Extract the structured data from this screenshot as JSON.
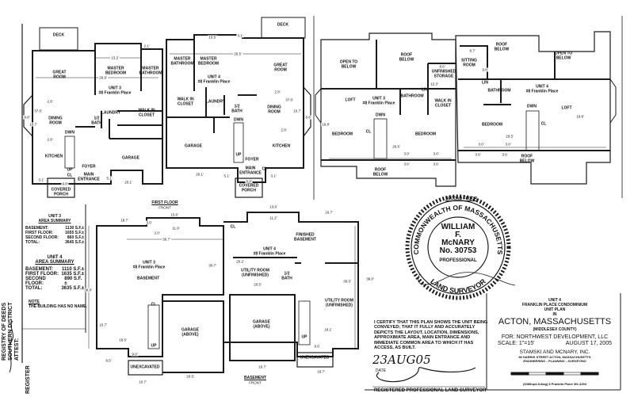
{
  "first_floor": {
    "title": "FIRST FLOOR",
    "front": "FRONT",
    "unit3": {
      "deck": "DECK",
      "great_room": "GREAT\nROOM",
      "master_bedroom": "MASTER\nBEDROOM",
      "master_bathroom": "MASTER\nBATHROOM",
      "unit": "UNIT 3\n#8 Franklin Place",
      "dining": "DINING\nROOM",
      "laundry": "LAUNDRY",
      "walk_in": "WALK IN\nCLOSET",
      "half_bath": "1/2\nBATH",
      "kitchen": "KITCHEN",
      "garage": "GARAGE",
      "foyer": "FOYER",
      "main_entrance": "MAIN\nENTRANCE",
      "covered_porch": "COVERED\nPORCH",
      "dn": "DWN",
      "up": "UP",
      "cl": "CL",
      "dims": [
        "13.2'",
        "2.1'",
        "26.9'",
        "2.8'",
        "37.6'",
        "2.8'",
        "8.8'",
        "10.7'",
        "5.1'",
        "20.1'",
        "9.8'",
        "3.1'"
      ]
    },
    "unit4": {
      "deck": "DECK",
      "great_room": "GREAT\nROOM",
      "master_bedroom": "MASTER\nBEDROOM",
      "master_bathroom": "MASTER\nBATHROOM",
      "unit": "UNIT 4\n#8 Franklin Place",
      "dining": "DINING\nROOM",
      "laundry": "LAUNDRY",
      "walk_in": "WALK IN\nCLOSET",
      "half_bath": "1/2\nBATH",
      "kitchen": "KITCHEN",
      "garage": "GARAGE",
      "foyer": "FOYER",
      "main_entrance": "MAIN\nENTRANCE",
      "covered_porch": "COVERED\nPORCH",
      "dn": "DWN",
      "up": "UP",
      "cl": "CL",
      "dims": [
        "13.5'",
        "3.1'",
        "26.5'",
        "2.8'",
        "37.6'",
        "2.8'",
        "10.7'",
        "8.8'",
        "5.1'",
        "20.1'",
        "9.8'",
        "3.1'"
      ]
    }
  },
  "second_floor": {
    "title": "SECOND FLOOR",
    "unit3": {
      "open_to_below": "OPEN TO\nBELOW",
      "roof_below": "ROOF\nBELOW",
      "storage": "UNFINISHED\nSTORAGE",
      "loft": "LOFT",
      "unit": "UNIT 3\n#8 Franklin Place",
      "bathroom": "BATHROOM",
      "walk_in": "WALK IN\nCLOSET",
      "bedroom1": "BEDROOM",
      "bedroom2": "BEDROOM",
      "roof_below2": "ROOF\nBELOW",
      "cl": "CL",
      "dn": "DWN",
      "lin": "LIN",
      "dims": [
        "19.8'",
        "26.5'",
        "3.0'",
        "3.6'",
        "3.0'",
        "3.6'",
        "8.6'",
        "12.3'"
      ]
    },
    "unit4": {
      "roof_below": "ROOF\nBELOW",
      "open_to_below": "OPEN TO\nBELOW",
      "sitting_room": "SITTING\nROOM",
      "bathroom": "BATHROOM",
      "unit": "UNIT 4\n#8 Franklin Place",
      "loft": "LOFT",
      "bedroom": "BEDROOM",
      "roof_below2": "ROOF\nBELOW",
      "cl": "CL",
      "dn": "DWN",
      "lin": "LIN",
      "dims": [
        "8.7'",
        "9.8'",
        "29.5'",
        "19.8'",
        "3.0'",
        "3.6'",
        "3.0'",
        "3.6'"
      ]
    }
  },
  "basement": {
    "title": "BASEMENT",
    "front": "FRONT",
    "unit3": {
      "unit": "UNIT 3\n#8 Franklin Place",
      "basement": "BASEMENT",
      "garage": "GARAGE\n(ABOVE)",
      "unexcavated": "UNEXCAVATED",
      "cl": "CL",
      "up": "UP",
      "dims": [
        "18.7'",
        "13.6'",
        "3.0'",
        "11.8'",
        "2.0'",
        "36.7'",
        "30.7'",
        "38.8'",
        "15.7'",
        "18.5'",
        "9.0'",
        "8.5'",
        "20.5'",
        "10.7'"
      ]
    },
    "unit4": {
      "unit": "UNIT 4\n#8 Franklin Place",
      "finished": "FINISHED\nBASEMENT",
      "utility1": "UTILITY ROOM\n(UNFINISHED)",
      "half_bath": "1/2\nBATH",
      "utility2": "UTILITY ROOM\n(UNFINISHED)",
      "garage": "GARAGE\n(ABOVE)",
      "unexcavated": "UNEXCAVATED",
      "cl": "CL",
      "up": "UP",
      "dims": [
        "13.6'",
        "16.7'",
        "11.2'",
        "20.2'",
        "20.5'",
        "36.0'",
        "38.0'",
        "16.7'",
        "18.1'",
        "8.6'",
        "16.7'"
      ]
    }
  },
  "area_summary": {
    "unit3": {
      "title": "UNIT 3",
      "subtitle": "AREA SUMMARY",
      "rows": [
        {
          "label": "BASEMENT:",
          "value": "1130 S.F.±"
        },
        {
          "label": "FIRST FLOOR:",
          "value": "1655 S.F.±"
        },
        {
          "label": "SECOND FLOOR:",
          "value": "860 S.F.±"
        },
        {
          "label": "TOTAL:",
          "value": "3645 S.F.±"
        }
      ]
    },
    "unit4": {
      "title": "UNIT 4",
      "subtitle": "AREA SUMMARY",
      "rows": [
        {
          "label": "BASEMENT:",
          "value": "1110 S.F.±"
        },
        {
          "label": "FIRST FLOOR:",
          "value": "1635 S.F.±"
        },
        {
          "label": "SECOND FLOOR:",
          "value": "890 S.F.±"
        },
        {
          "label": "TOTAL:",
          "value": "3635 S.F.±"
        }
      ]
    },
    "note_title": "NOTE",
    "note": "THE BUILDING HAS NO NAME."
  },
  "stamp": {
    "ring": "COMMONWEALTH OF MASSACHUSETTS",
    "name1": "WILLIAM",
    "name2": "F.",
    "name3": "McNARY",
    "number": "No. 30753",
    "bottom1": "PROFESSIONAL",
    "bottom2": "LAND SURVEYOR"
  },
  "certification": {
    "text": "I CERTIFY THAT THIS PLAN SHOWS THE UNIT BEING CONVEYED; THAT IT FULLY AND ACCURATELY DEPICTS THE LAYOUT, LOCATION, DIMENSIONS, APPROXIMATE AREA, MAIN ENTRANCE AND IMMEDIATE COMMON AREA TO WHICH IT HAS ACCESS, AS BUILT.",
    "handwritten_date": "23AUG05",
    "date_label": "DATE",
    "signature_label": "REGISTERED PROFESSIONAL LAND SURVEYOR"
  },
  "title_block": {
    "unit": "UNIT 4",
    "project": "FRANKLIN PLACE CONDOMINIUM",
    "plan": "UNIT PLAN",
    "in": "IN",
    "town": "ACTON, MASSACHUSETTS",
    "county": "(MIDDLESEX COUNTY)",
    "for": "FOR: NORTHWEST DEVELOPMENT, LLC",
    "scale": "SCALE: 1\"=15'",
    "date": "AUGUST 17, 2005",
    "firm": "STAMSKI AND MCNARY, INC.",
    "firm_address": "80 HARRIS STREET  ACTON, MASSACHUSETTS",
    "firm_services": "ENGINEERING - PLANNING - SURVEYING",
    "footer": "(3389up4-8.dwg)   8 Franklin Place   3fe-3294"
  },
  "registry": {
    "line1": "REGISTRY OF DEEDS",
    "line2": "SOUTHERN DISTRICT",
    "line3": "ATTEST:",
    "register": "REGISTER"
  }
}
